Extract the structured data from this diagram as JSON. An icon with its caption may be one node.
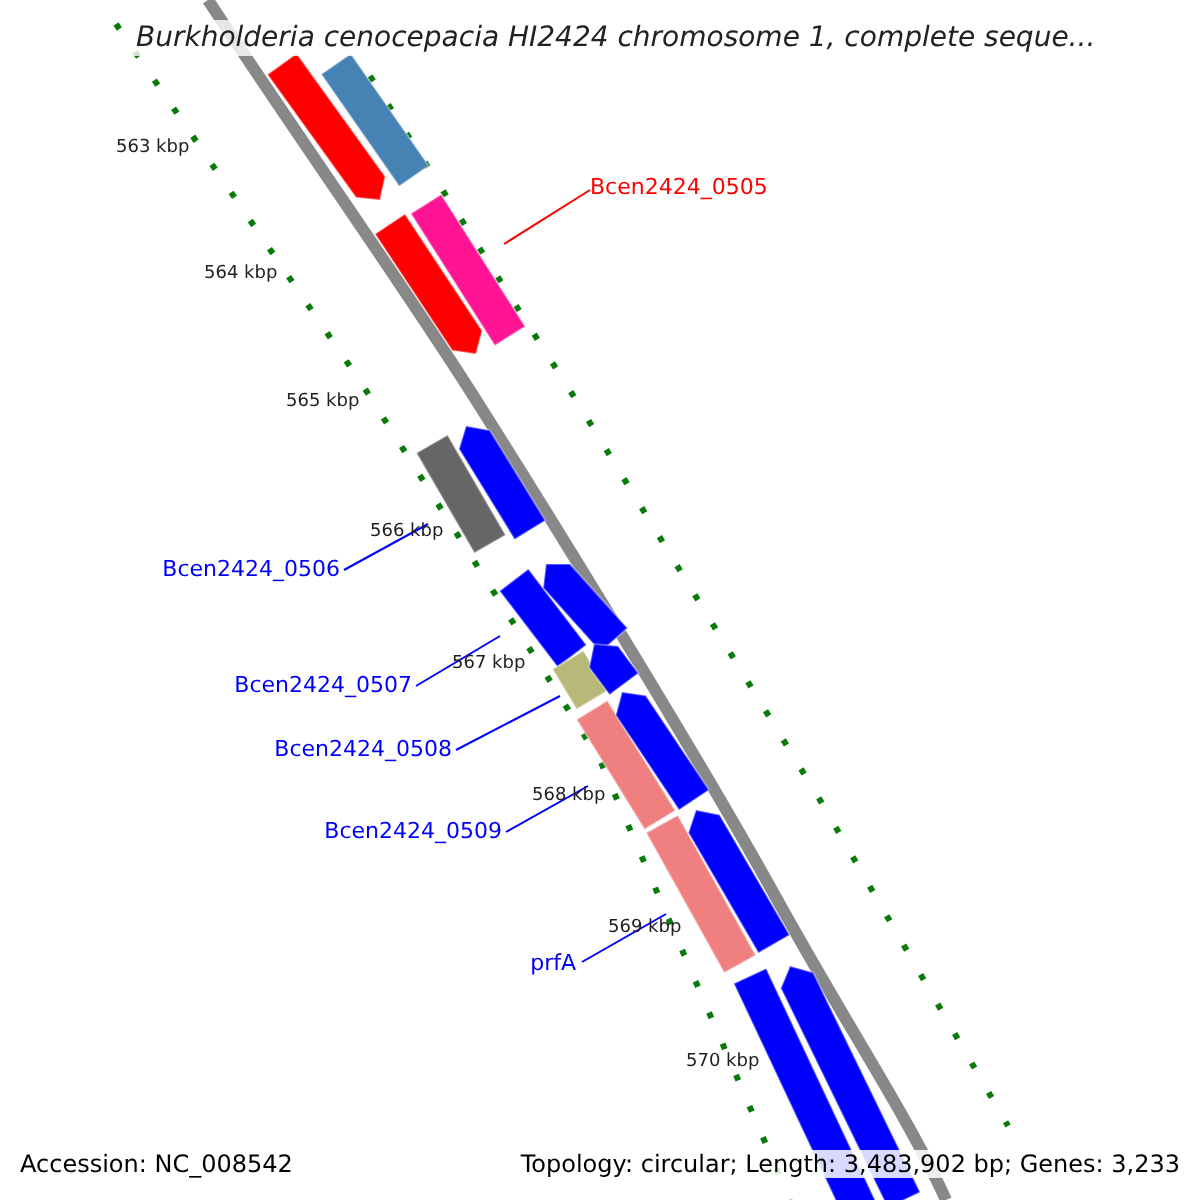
{
  "diagram": {
    "title": "Burkholderia cenocepacia HI2424 chromosome 1, complete seque...",
    "nodes": [
      {
        "text": [
          "Bcen2424_0505"
        ]
      },
      {
        "text": [
          "Bcen2424_0506"
        ]
      },
      {
        "text": [
          "Bcen2424_0507"
        ]
      },
      {
        "text": [
          "Bcen2424_0508"
        ]
      },
      {
        "text": [
          "Bcen2424_0509"
        ]
      },
      {
        "text": [
          "prfA"
        ]
      },
      {
        "text": [],
        "shape": "bar"
      },
      {
        "text": [],
        "shape": "bar"
      },
      {
        "text": [],
        "shape": "bar"
      },
      {
        "text": [],
        "shape": "bar"
      },
      {
        "text": [],
        "shape": "bar"
      },
      {
        "text": [],
        "shape": "bar"
      },
      {
        "text": [],
        "shape": "bar"
      },
      {
        "text": [],
        "shape": "bar"
      },
      {
        "text": [],
        "shape": "bar"
      },
      {
        "text": [],
        "shape": "bar"
      },
      {
        "text": [],
        "shape": "bar"
      },
      {
        "text": [],
        "shape": "bar"
      },
      {
        "text": [],
        "shape": "bar"
      },
      {
        "text": [],
        "shape": "bar"
      },
      {
        "text": [],
        "shape": "bar"
      },
      {
        "text": [],
        "shape": "bar"
      }
    ],
    "edges": [
      {
        "from": 0,
        "to": 6,
        "arrow": "none",
        "color": "#ff0000"
      },
      {
        "from": 1,
        "to": 7,
        "arrow": "none"
      },
      {
        "from": 2,
        "to": 8,
        "arrow": "none"
      },
      {
        "from": 3,
        "to": 9,
        "arrow": "none"
      },
      {
        "from": 4,
        "to": 10,
        "arrow": "none"
      },
      {
        "from": 5,
        "to": 11,
        "arrow": "none"
      }
    ],
    "labels": [
      "563 kbp",
      "564 kbp",
      "565 kbp",
      "566 kbp",
      "567 kbp",
      "568 kbp",
      "569 kbp",
      "570 kbp",
      "Accession: NC_008542",
      "Topology: circular; Length: 3,483,902 bp; Genes: 3,233"
    ]
  }
}
